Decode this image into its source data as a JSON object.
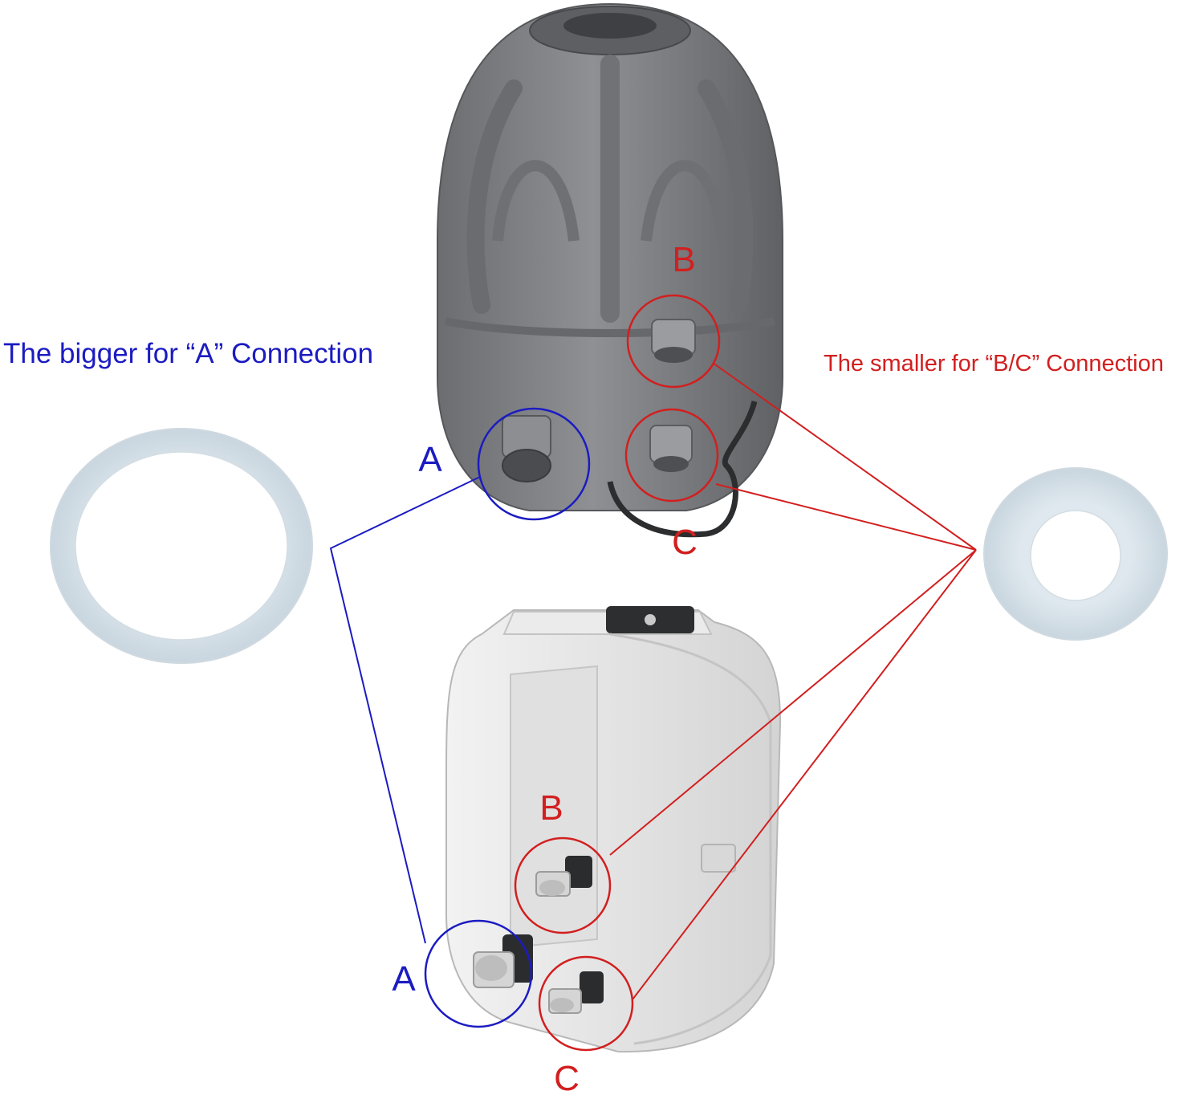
{
  "captions": {
    "bigger": "The bigger for “A” Connection",
    "smaller": "The smaller for “B/C” Connection"
  },
  "top_unit_labels": {
    "a": "A",
    "b": "B",
    "c": "C"
  },
  "bottom_unit_labels": {
    "a": "A",
    "b": "B",
    "c": "C"
  },
  "colors": {
    "blue": "#1b1bc2",
    "red": "#d21f1f",
    "gray_unit": "#7b7d80",
    "white_unit": "#e6e6e6",
    "gasket": "#e4ecf1"
  }
}
